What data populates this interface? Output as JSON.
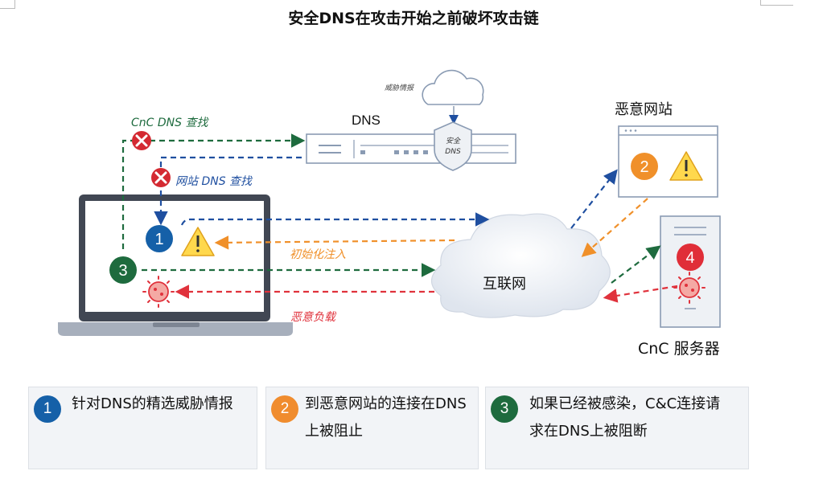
{
  "title": "安全DNS在攻击开始之前破坏攻击链",
  "labels": {
    "threat_intel": "威胁情报",
    "dns": "DNS",
    "secure_dns_line1": "安全",
    "secure_dns_line2": "DNS",
    "cnc_dns_lookup": "CnC DNS 查找",
    "site_dns_lookup": "网站 DNS 查找",
    "malicious_site": "恶意网站",
    "internet": "互联网",
    "initial_injection": "初始化注入",
    "malicious_payload": "恶意负载",
    "cnc_server": "CnC 服务器"
  },
  "markers": {
    "m1": "1",
    "m2": "2",
    "m3": "3",
    "m4": "4"
  },
  "legend": [
    {
      "number": "1",
      "text": "针对DNS的精选威胁情报",
      "color": "#1560a8"
    },
    {
      "number": "2",
      "text": "到恶意网站的连接在DNS上被阻止",
      "color": "#f08c2e"
    },
    {
      "number": "3",
      "text": "如果已经被感染，C&C连接请求在DNS上被阻断",
      "color": "#1e6b3e"
    }
  ],
  "colors": {
    "blue": "#1f4fa0",
    "green": "#1e6b3e",
    "orange": "#f0902a",
    "red": "#e0323c",
    "block_red": "#d42a32"
  }
}
